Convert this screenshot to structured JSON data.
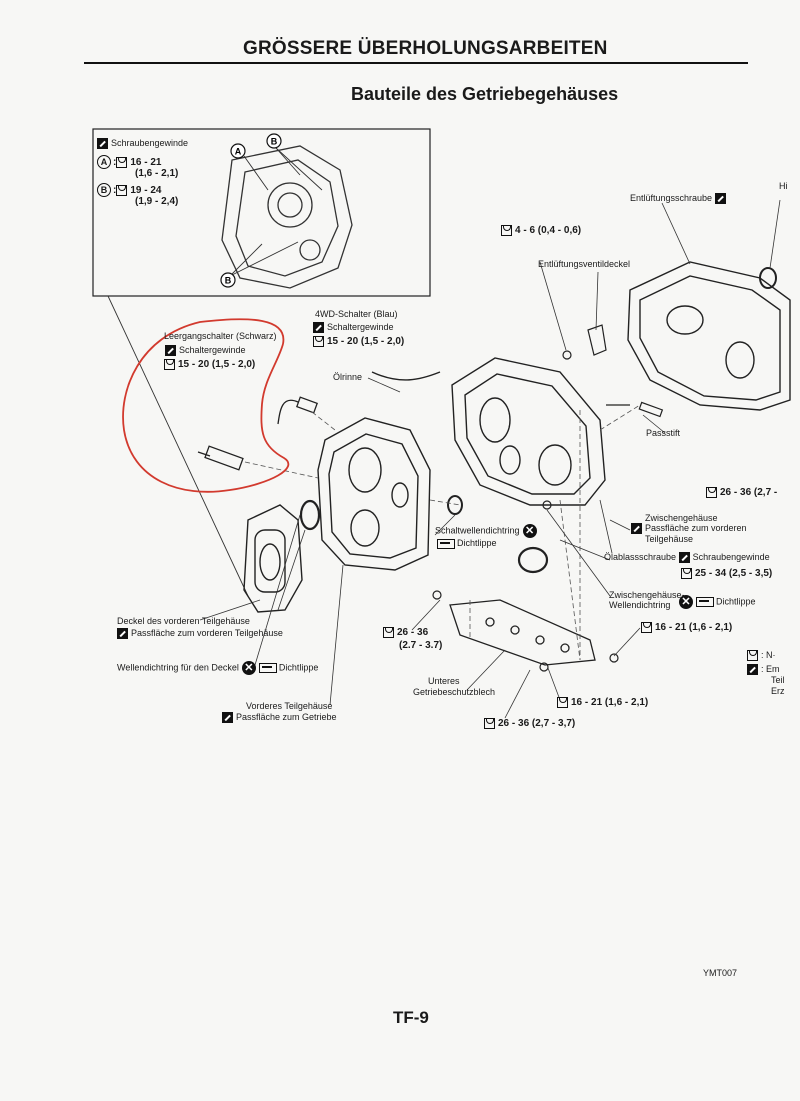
{
  "header": {
    "page_title": "GRÖSSERE ÜBERHOLUNGSARBEITEN",
    "section_title": "Bauteile des Getriebegehäuses"
  },
  "inset": {
    "title": "Schraubengewinde",
    "callout_a": "A",
    "callout_b": "B",
    "torque_a": "16 - 21",
    "torque_a_alt": "(1,6 - 2,1)",
    "torque_b": "19 - 24",
    "torque_b_alt": "(1,9 - 2,4)"
  },
  "labels": {
    "leergang": "Leergangschalter (Schwarz)",
    "leergang_sub": "Schaltergewinde",
    "leergang_torque": "15 - 20 (1,5 - 2,0)",
    "wd_schalter": "4WD-Schalter (Blau)",
    "wd_sub": "Schaltergewinde",
    "wd_torque": "15 - 20 (1,5 - 2,0)",
    "oelrinne": "Ölrinne",
    "entlueftungsschraube": "Entlüftungsschraube",
    "entlueft_torque": "4 - 6 (0,4 - 0,6)",
    "entlueftungsventildeckel": "Entlüftungsventildeckel",
    "hi_cut": "Hi",
    "passstift": "Passstift",
    "torque_26_36_right": "26 - 36 (2,7 -",
    "zwischengehaeuse": "Zwischengehäuse",
    "zwischen_passflaeche": "Passfläche zum vorderen",
    "zwischen_teil": "Teilgehäuse",
    "schaltwellendichtring": "Schaltwellendichtring",
    "dichtlippe_1": "Dichtlippe",
    "oelablassschraube": "Ölablassschraube",
    "schraubengewinde_2": "Schraubengewinde",
    "torque_25_34": "25 - 34 (2,5 - 3,5)",
    "zwischen_wellen_1": "Zwischengehäuse-",
    "zwischen_wellen_2": "Wellendichtring",
    "dichtlippe_2": "Dichtlippe",
    "deckel": "Deckel des vorderen Teilgehäuse",
    "deckel_passflaeche": "Passfläche zum vorderen Teilgehäuse",
    "torque_26_36_mid": "26 - 36",
    "torque_26_36_mid_alt": "(2.7 - 3.7)",
    "torque_16_21_right": "16 - 21 (1,6 - 2,1)",
    "wellendichtring": "Wellendichtring für den Deckel",
    "dichtlippe_3": "Dichtlippe",
    "unteres_1": "Unteres",
    "unteres_2": "Getriebeschutzblech",
    "torque_16_21_low": "16 - 21 (1,6 - 2,1)",
    "vorderes": "Vorderes Teilgehäuse",
    "vorderes_passflaeche": "Passfläche zum Getriebe",
    "torque_26_36_low": "26 - 36 (2,7 - 3,7)",
    "legend_n": "N·",
    "legend_em": "Em",
    "legend_teil": "Teil",
    "legend_erz": "Erz"
  },
  "footer": {
    "ref_code": "YMT007",
    "page_number": "TF-9"
  },
  "colors": {
    "annotation_red": "#d23a2e",
    "ink": "#1a1a1a"
  },
  "icons": [
    "torque-wrench-icon",
    "sealant-icon",
    "replace-x-icon",
    "grease-icon"
  ]
}
